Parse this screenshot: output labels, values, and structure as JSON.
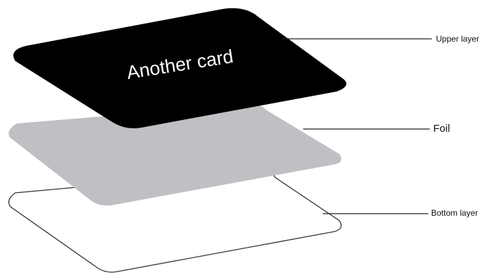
{
  "diagram": {
    "card_text": "Another card",
    "labels": {
      "upper": "Upper layer",
      "foil": "Foil",
      "bottom": "Bottom layer"
    }
  },
  "colors": {
    "upper_layer": "#000000",
    "foil_layer": "#c0bfc3",
    "bottom_layer_fill": "#ffffff",
    "bottom_layer_stroke": "#333333",
    "leader_line": "#222222",
    "card_text": "#ffffff"
  }
}
